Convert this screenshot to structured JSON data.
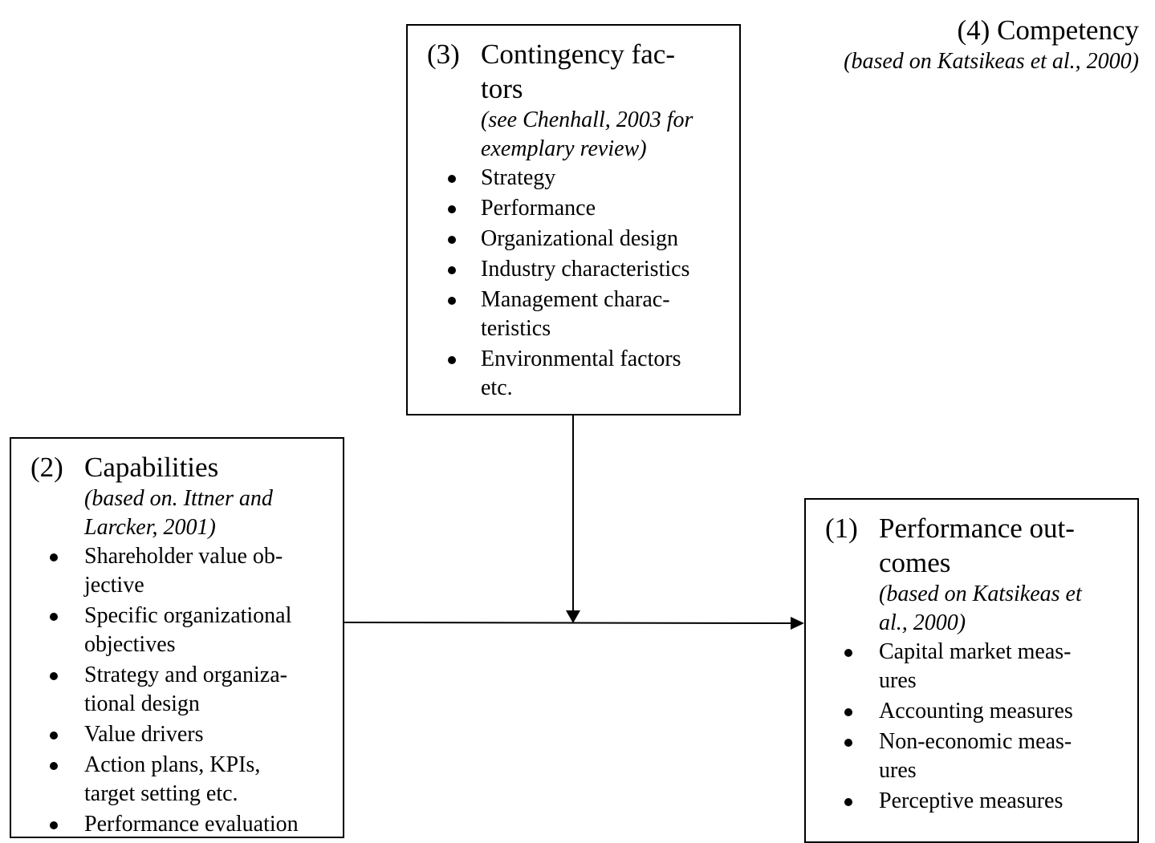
{
  "competency": {
    "title": "(4) Competency",
    "subtitle": "(based on Katsikeas et al., 2000)"
  },
  "contingency": {
    "number": "(3)",
    "title_lines": [
      "Contingency fac-",
      "tors"
    ],
    "subtitle_lines": [
      "(see Chenhall, 2003 for",
      "exemplary review)"
    ],
    "items": [
      [
        "Strategy"
      ],
      [
        "Performance"
      ],
      [
        "Organizational design"
      ],
      [
        "Industry characteristics"
      ],
      [
        "Management charac-",
        "teristics"
      ],
      [
        "Environmental factors",
        "etc."
      ]
    ]
  },
  "capabilities": {
    "number": "(2)",
    "title_lines": [
      "Capabilities"
    ],
    "subtitle_lines": [
      "(based on. Ittner and",
      "Larcker, 2001)"
    ],
    "items": [
      [
        "Shareholder value ob-",
        "jective"
      ],
      [
        "Specific organizational",
        "objectives"
      ],
      [
        "Strategy and organiza-",
        "tional design"
      ],
      [
        "Value drivers"
      ],
      [
        "Action plans, KPIs,",
        "target setting etc."
      ],
      [
        "Performance evaluation"
      ]
    ]
  },
  "outcomes": {
    "number": "(1)",
    "title_lines": [
      "Performance out-",
      "comes"
    ],
    "subtitle_lines": [
      "(based on Katsikeas et",
      "al., 2000)"
    ],
    "items": [
      [
        "Capital market meas-",
        "ures"
      ],
      [
        "Accounting measures"
      ],
      [
        "Non-economic meas-",
        "ures"
      ],
      [
        "Perceptive measures"
      ]
    ]
  }
}
